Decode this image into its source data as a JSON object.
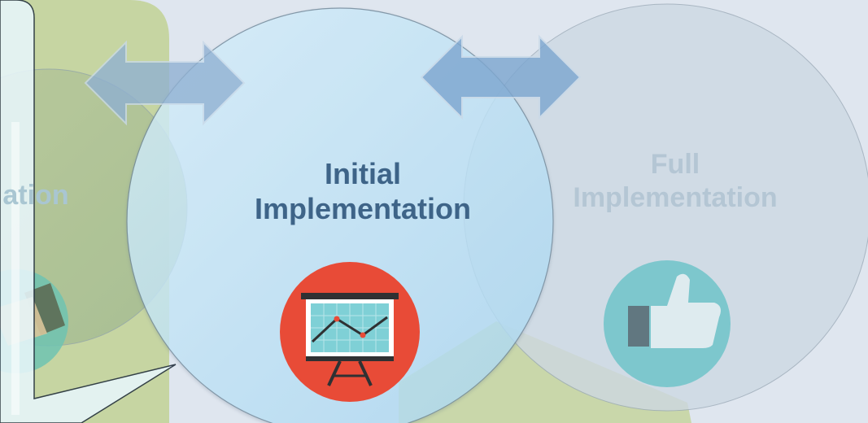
{
  "stages": {
    "previous": {
      "label_fragment": "ation",
      "icon": "handshake-icon"
    },
    "initial": {
      "label_line1": "Initial",
      "label_line2": "Implementation",
      "icon": "presentation-board-icon"
    },
    "full": {
      "label_line1": "Full",
      "label_line2": "Implementation",
      "icon": "thumbs-up-icon"
    }
  },
  "arrows": {
    "type": "double-headed",
    "count": 2
  },
  "colors": {
    "background": "#dfe6ef",
    "olive_panel": "#c6d5a2",
    "initial_circle": "#bfe0f4",
    "initial_text": "#3e6488",
    "full_circle": "#cdd8e3",
    "full_text": "#b4c6d4",
    "arrow": "#8fb0d2",
    "presentation_icon_bg": "#e84b37",
    "thumbs_icon_bg": "#6fc3c9"
  }
}
